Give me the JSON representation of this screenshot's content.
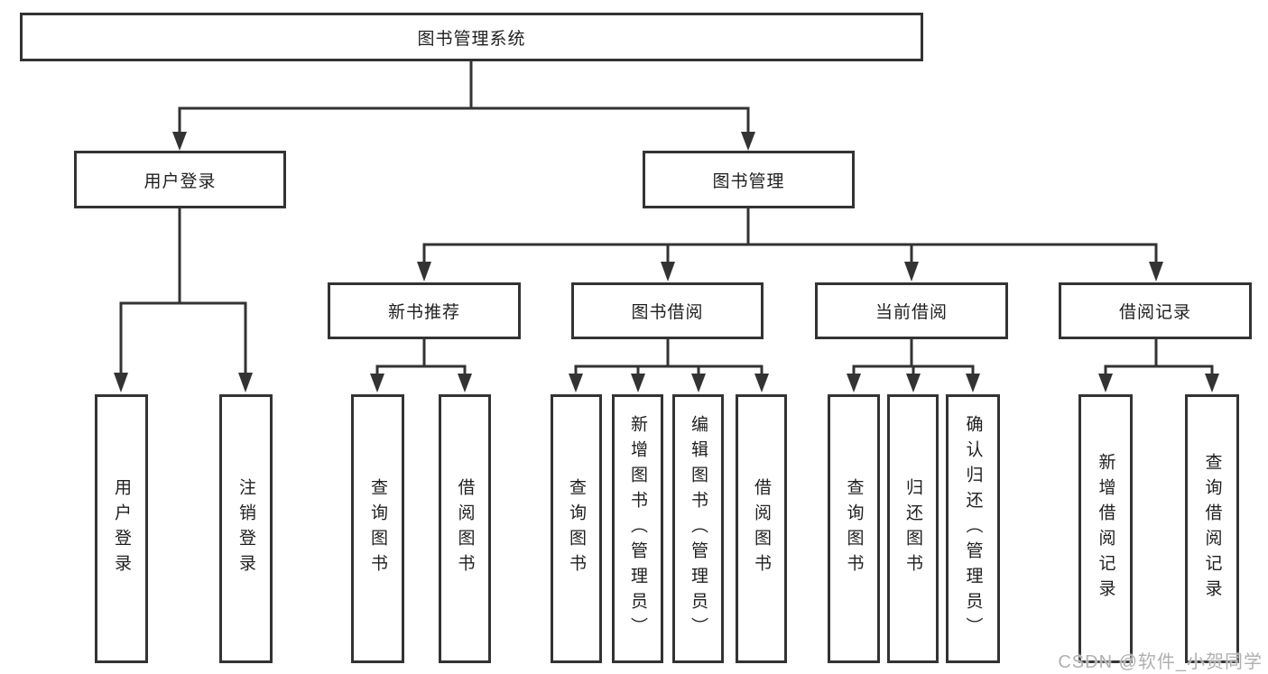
{
  "colors": {
    "ink": "#333333",
    "text": "#1f1f1f",
    "watermark": "#acacac",
    "background": "#ffffff"
  },
  "watermark": "CSDN @软件_小贺同学",
  "tree": {
    "label": "图书管理系统",
    "children": [
      {
        "label": "用户登录",
        "children": [
          {
            "label": "用户登录"
          },
          {
            "label": "注销登录"
          }
        ]
      },
      {
        "label": "图书管理",
        "children": [
          {
            "label": "新书推荐",
            "children": [
              {
                "label": "查询图书"
              },
              {
                "label": "借阅图书"
              }
            ]
          },
          {
            "label": "图书借阅",
            "children": [
              {
                "label": "查询图书"
              },
              {
                "label": "新增图书（管理员）"
              },
              {
                "label": "编辑图书（管理员）"
              },
              {
                "label": "借阅图书"
              }
            ]
          },
          {
            "label": "当前借阅",
            "children": [
              {
                "label": "查询图书"
              },
              {
                "label": "归还图书"
              },
              {
                "label": "确认归还（管理员）"
              }
            ]
          },
          {
            "label": "借阅记录",
            "children": [
              {
                "label": "新增借阅记录"
              },
              {
                "label": "查询借阅记录"
              }
            ]
          }
        ]
      }
    ]
  }
}
